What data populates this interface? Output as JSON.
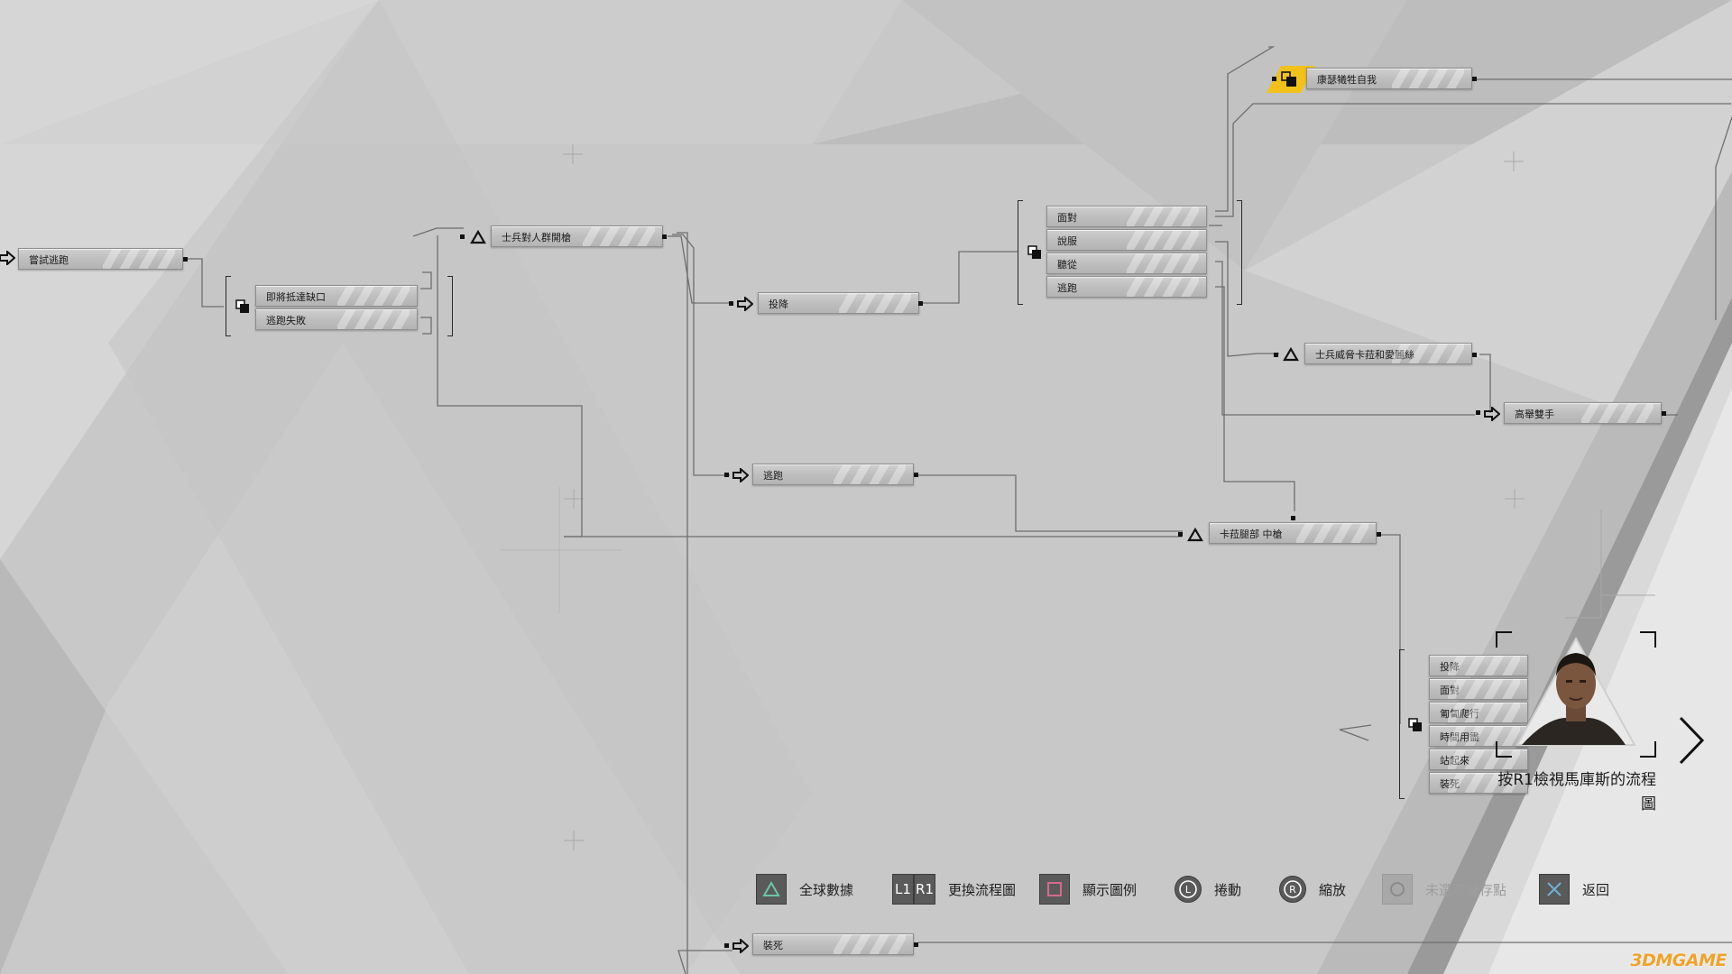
{
  "flowchart": {
    "nodes": [
      {
        "label": "嘗試逃跑",
        "marker": "arrow"
      },
      {
        "label": "即將抵達缺口"
      },
      {
        "label": "逃跑失敗"
      },
      {
        "label": "士兵對人群開槍",
        "marker": "triangle"
      },
      {
        "label": "投降",
        "marker": "arrow"
      },
      {
        "label": "逃跑",
        "marker": "arrow"
      },
      {
        "label": "面對"
      },
      {
        "label": "說服"
      },
      {
        "label": "聽從"
      },
      {
        "label": "逃跑"
      },
      {
        "label": "康瑟犧牲自我",
        "marker": "locked"
      },
      {
        "label": "士兵威脅卡菈和愛麗絲",
        "marker": "triangle"
      },
      {
        "label": "高舉雙手",
        "marker": "arrow"
      },
      {
        "label": "卡菈腿部 中槍",
        "marker": "triangle"
      },
      {
        "label": "裝死",
        "marker": "arrow"
      }
    ],
    "choice_group": {
      "items": [
        "投降",
        "面對",
        "匍匐爬行",
        "時間用盡",
        "站起來",
        "裝死"
      ]
    }
  },
  "character_panel": {
    "hint": "按R1檢視馬庫斯的流程圖",
    "hint_line1": "按R1檢視馬庫斯的流程",
    "hint_line2": "圖"
  },
  "controls": [
    {
      "icon": "triangle-icon",
      "label": "全球數據"
    },
    {
      "icon": "l1-r1-icon",
      "label": "更換流程圖",
      "l1": "L1",
      "r1": "R1"
    },
    {
      "icon": "square-icon",
      "label": "顯示圖例"
    },
    {
      "icon": "left-stick-icon",
      "label": "捲動",
      "glyph": "L"
    },
    {
      "icon": "right-stick-icon",
      "label": "縮放",
      "glyph": "R"
    },
    {
      "icon": "circle-icon",
      "label": "未選取儲存點",
      "disabled": true
    },
    {
      "icon": "cross-icon",
      "label": "返回"
    }
  ],
  "watermark": "3DMGAME",
  "colors": {
    "background": "#c9c9c9",
    "node_fill": "#bdbdbd",
    "lock_highlight": "#f2c21b",
    "button_fill": "#5a5a5a",
    "cross_accent": "#6fb0d6",
    "triangle_accent": "#6ac6a8",
    "square_accent": "#d66a8a"
  }
}
